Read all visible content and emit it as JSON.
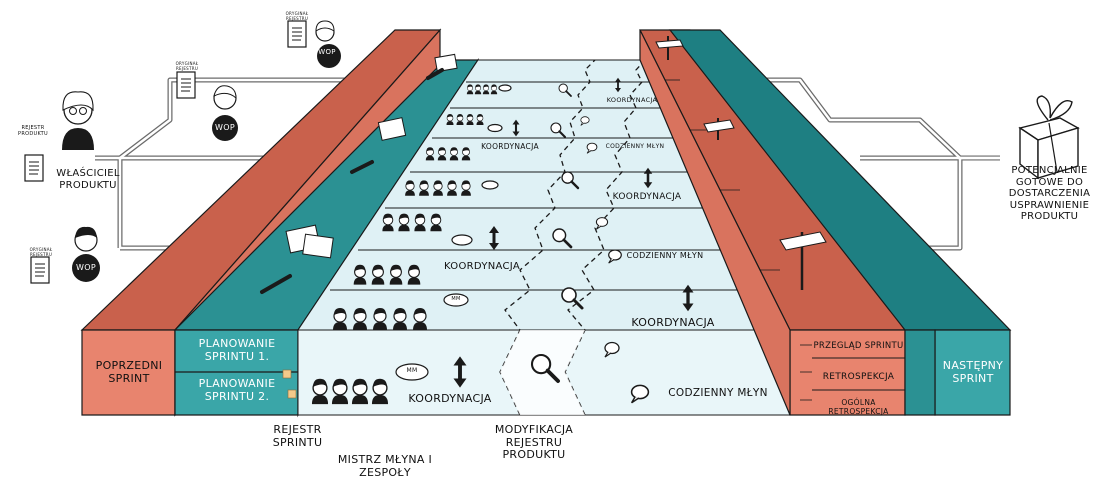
{
  "colors": {
    "salmon": "#e8846e",
    "salmon_dark": "#c9614c",
    "teal": "#3aa6a8",
    "teal_dark": "#1e7f82",
    "lane": "#dff1f5",
    "outline": "#1a1a1a"
  },
  "left_column": {
    "wop_label": "WOP",
    "backlog_label": "REJESTR PRODUKTU",
    "backlog_label_small": "ORYGINAŁ REJESTRU",
    "owner_caption": "WŁAŚCICIEL PRODUKTU"
  },
  "blocks": {
    "previous_sprint": "POPRZEDNI SPRINT",
    "next_sprint": "NASTĘPNY SPRINT",
    "planning_1": "PLANOWANIE SPRINTU 1.",
    "planning_2": "PLANOWANIE SPRINTU 2.",
    "review": "PRZEGLĄD SPRINTU",
    "retro": "RETROSPEKCJA",
    "overall_retro": "OGÓLNA RETROSPEKCJA"
  },
  "lane_labels": {
    "coordination": "KOORDYNACJA",
    "daily_scrum": "CODZIENNY MŁYN",
    "sm": "MM"
  },
  "right_column": {
    "caption": "POTENCJALNIE GOTOWE DO DOSTARCZENIA USPRAWNIENIE PRODUKTU"
  },
  "bottom_captions": {
    "sprint_backlog": "REJESTR SPRINTU",
    "scrum_master": "MISTRZ MŁYNA I ZESPOŁY",
    "backlog_refinement": "MODYFIKACJA REJESTRU PRODUKTU"
  }
}
